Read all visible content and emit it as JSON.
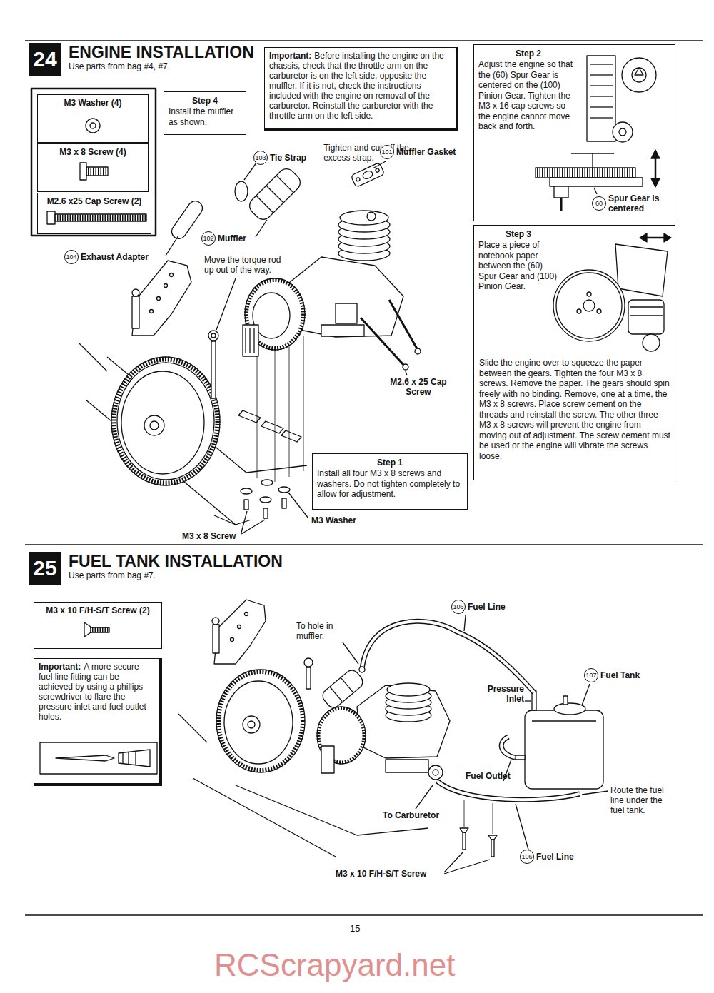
{
  "diagram": {
    "nodes": [
      {
        "text": [
          "24",
          "ENGINE INSTALLATION",
          "Use parts from bag #4, #7."
        ]
      },
      {
        "text": [
          "M3 Washer (4)"
        ]
      },
      {
        "text": [
          "M3 x 8 Screw (4)"
        ]
      },
      {
        "text": [
          "M2.6 x25 Cap Screw (2)"
        ]
      },
      {
        "text": [
          "Step 4",
          "Install the muffler as shown."
        ]
      },
      {
        "text": [
          "Important:",
          "Before installing the engine on the chassis, check that the throttle arm on the carburetor is on the left side, opposite the muffler. If it is not, check the instructions included with the engine on removal of the carburetor. Reinstall the carburetor with the throttle arm on the left side."
        ]
      },
      {
        "text": [
          "Step 2",
          "Adjust the engine so that the (60) Spur Gear is centered on the (100) Pinion Gear. Tighten the M3 x 16 cap screws so the engine cannot move back and forth."
        ]
      },
      {
        "text": [
          "60",
          "Spur Gear is centered"
        ],
        "in": 6
      },
      {
        "text": [
          "Step 3",
          "Place a piece of notebook paper between the (60) Spur Gear and (100) Pinion Gear.",
          "Slide the engine over to squeeze the paper between the gears. Tighten the four M3 x 8 screws. Remove the paper. The gears should spin freely with no binding. Remove, one at a time, the M3 x 8 screws. Place screw cement on the threads and reinstall the screw. The other three M3 x 8 screws will prevent the engine from moving out of adjustment. The screw cement must be used or the engine will vibrate the screws loose."
        ]
      },
      {
        "text": [
          "Step 1",
          "Install all four M3 x 8 screws and washers. Do not tighten completely to allow for adjustment."
        ]
      },
      {
        "text": [
          "103",
          "Tie Strap",
          "Tighten and cut-off the excess strap."
        ]
      },
      {
        "text": [
          "101",
          "Muffler Gasket"
        ]
      },
      {
        "text": [
          "102",
          "Muffler"
        ]
      },
      {
        "text": [
          "104",
          "Exhaust Adapter"
        ]
      },
      {
        "text": [
          "25",
          "FUEL TANK INSTALLATION",
          "Use parts from bag #7."
        ]
      },
      {
        "text": [
          "M3 x 10 F/H-S/T Screw (2)"
        ]
      },
      {
        "text": [
          "Important:",
          "A more secure fuel line fitting can be achieved by using a phillips screwdriver to flare the pressure inlet and fuel outlet holes."
        ]
      },
      {
        "text": [
          "106",
          "Fuel Line"
        ]
      },
      {
        "text": [
          "107",
          "Fuel Tank"
        ]
      },
      {
        "text": [
          "106",
          "Fuel Line"
        ]
      }
    ],
    "labels": [
      "Move the torque rod up out of the way.",
      "M2.6 x 25 Cap Screw",
      "M3 Washer",
      "M3 x 8 Screw",
      "To hole in muffler.",
      "Pressure Inlet",
      "Fuel Outlet",
      "Route the fuel line under the fuel tank.",
      "To Carburetor",
      "M3 x 10 F/H-S/T Screw",
      "15",
      "RCScrapyard.net"
    ]
  }
}
